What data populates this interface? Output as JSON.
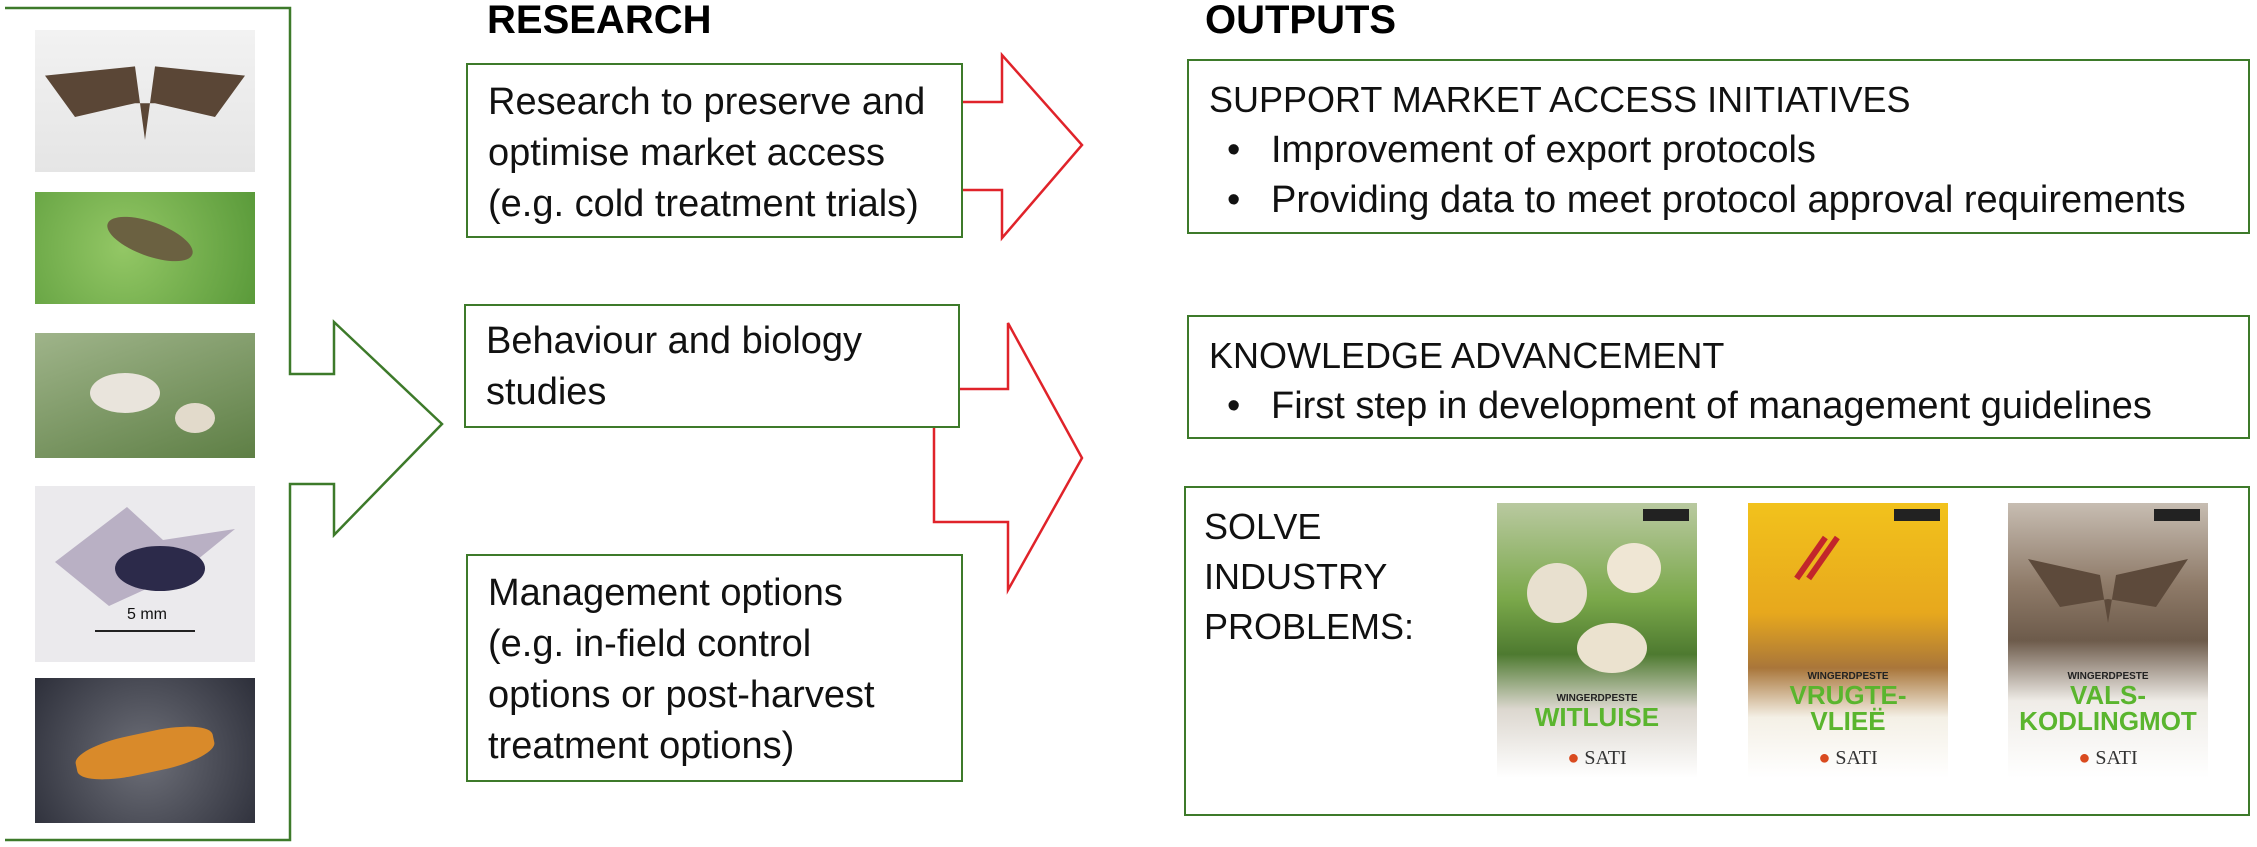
{
  "headings": {
    "research": "RESEARCH",
    "outputs": "OUTPUTS"
  },
  "research_boxes": [
    {
      "text": [
        "Research to preserve and",
        "optimise market access",
        "(e.g. cold treatment trials)"
      ]
    },
    {
      "text": [
        "Behaviour and biology",
        "studies"
      ]
    },
    {
      "text": [
        "Management options",
        "(e.g. in-field control",
        "options or post-harvest",
        "treatment options)"
      ]
    }
  ],
  "outputs": {
    "market": {
      "title": "SUPPORT MARKET ACCESS INITIATIVES",
      "bullets": [
        "Improvement of export protocols",
        "Providing data to meet protocol approval requirements"
      ]
    },
    "knowledge": {
      "title": "KNOWLEDGE ADVANCEMENT",
      "bullets": [
        "First step in development of management guidelines"
      ]
    },
    "solve": {
      "title": [
        "SOLVE",
        "INDUSTRY",
        "PROBLEMS:"
      ],
      "books": [
        {
          "subtitle": "WINGERDPESTE",
          "title": [
            "WITLUISE"
          ],
          "logo": "SATI"
        },
        {
          "subtitle": "WINGERDPESTE",
          "title": [
            "VRUGTE-",
            "VLIEË"
          ],
          "logo": "SATI"
        },
        {
          "subtitle": "WINGERDPESTE",
          "title": [
            "VALS-",
            "KODLINGMOT"
          ],
          "logo": "SATI"
        }
      ]
    }
  },
  "photos": {
    "scale_label": "5 mm",
    "items": [
      "moth-photo",
      "weevil-photo",
      "mealybug-photo",
      "fruit-fly-photo",
      "larva-photo"
    ]
  },
  "colors": {
    "green": "#3d7a2a",
    "red": "#e0232a",
    "book_title": "#5ab52e"
  }
}
